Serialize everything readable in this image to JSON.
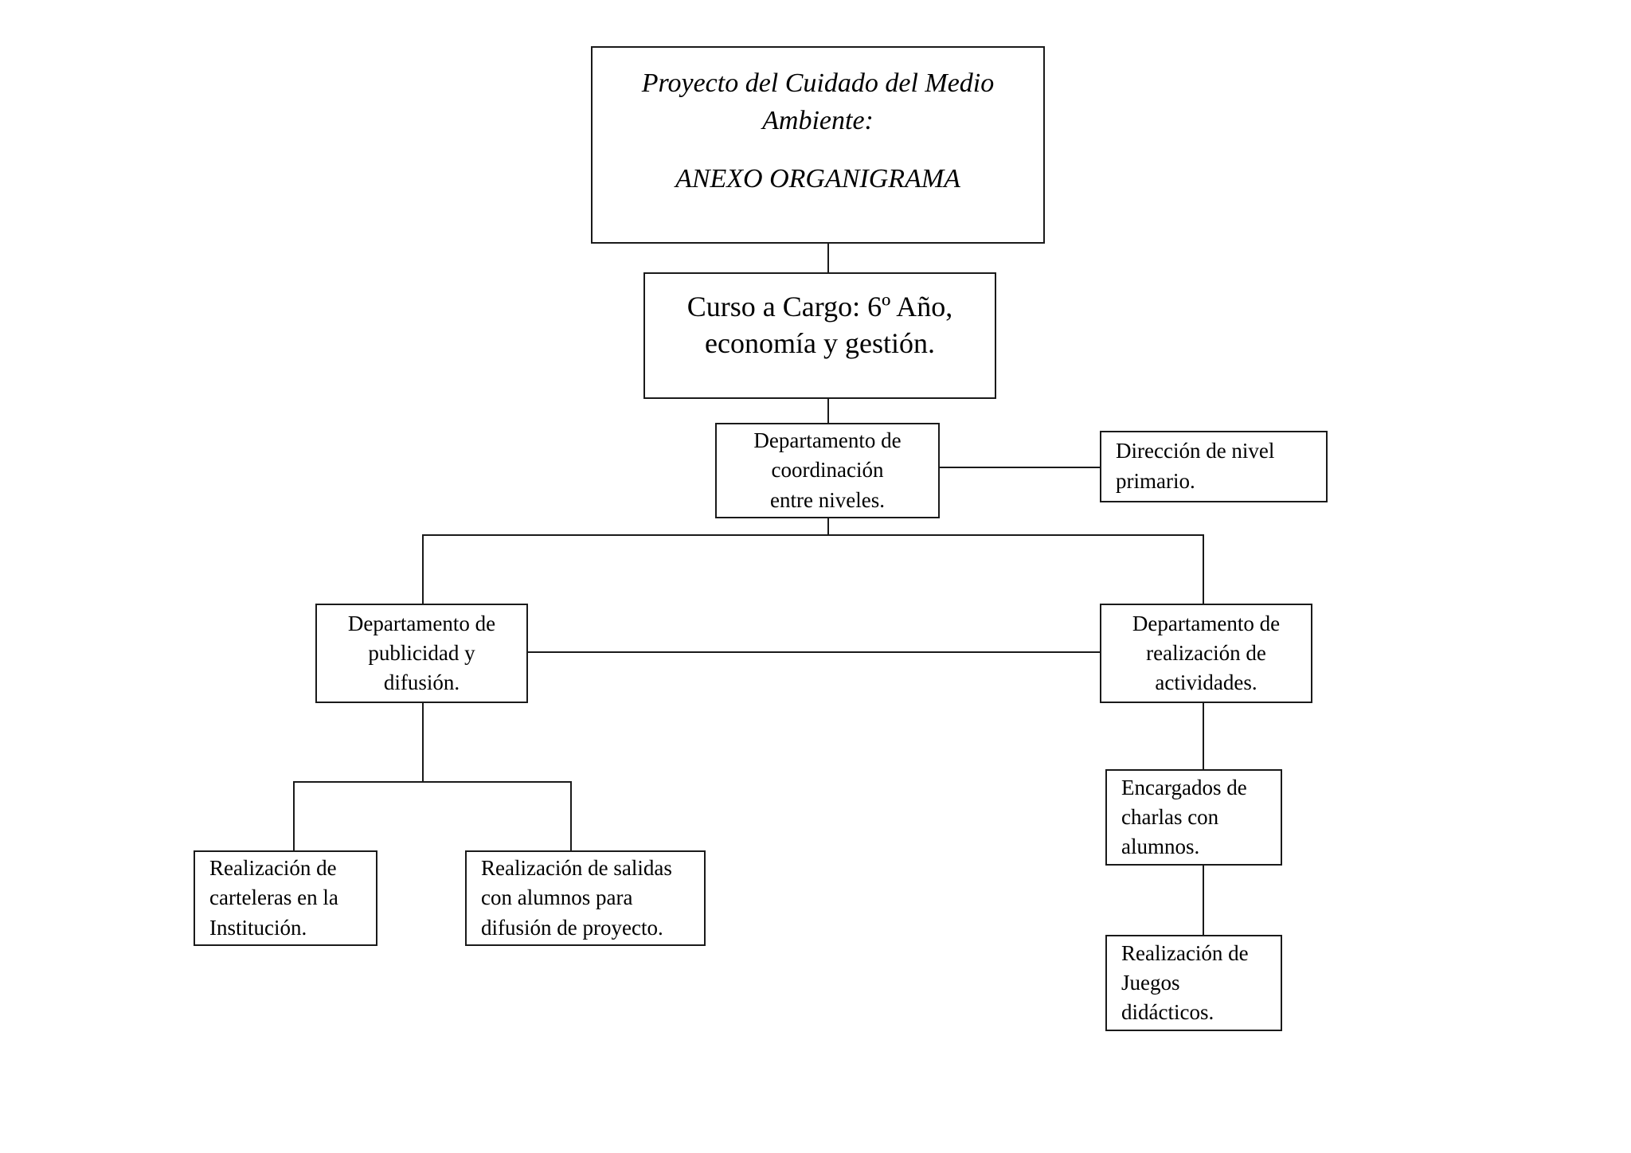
{
  "document": {
    "type": "organizational-chart",
    "language": "es",
    "background_color": "#ffffff",
    "line_color": "#1a1a1a",
    "text_color": "#000000"
  },
  "nodes": {
    "title": {
      "line1": "Proyecto del Cuidado del Medio",
      "line2": "Ambiente:",
      "line3": "ANEXO ORGANIGRAMA"
    },
    "course": {
      "line1": "Curso a Cargo: 6º Año,",
      "line2": "economía y gestión."
    },
    "coordination": {
      "line1": "Departamento de",
      "line2": "coordinación",
      "line3": "entre niveles."
    },
    "primary_direction": {
      "line1": "Dirección de nivel",
      "line2": "primario."
    },
    "publicity_dept": {
      "line1": "Departamento de",
      "line2": "publicidad y",
      "line3": "difusión."
    },
    "activities_dept": {
      "line1": "Departamento de",
      "line2": "realización de",
      "line3": "actividades."
    },
    "billboards": {
      "line1": "Realización de",
      "line2": "carteleras en la",
      "line3": "Institución."
    },
    "outings": {
      "line1": "Realización de salidas",
      "line2": "con alumnos para",
      "line3": "difusión de proyecto."
    },
    "talks": {
      "line1": "Encargados de",
      "line2": "charlas con",
      "line3": "alumnos."
    },
    "games": {
      "line1": "Realización de",
      "line2": "Juegos",
      "line3": "didácticos."
    }
  },
  "chart_data": {
    "type": "diagram",
    "title": "Proyecto del Cuidado del Medio Ambiente: ANEXO ORGANIGRAMA",
    "hierarchy": [
      {
        "id": "title",
        "label": "Proyecto del Cuidado del Medio Ambiente: ANEXO ORGANIGRAMA",
        "level": 0,
        "parent": null
      },
      {
        "id": "course",
        "label": "Curso a Cargo: 6º Año, economía y gestión.",
        "level": 1,
        "parent": "title"
      },
      {
        "id": "coordination",
        "label": "Departamento de coordinación entre niveles.",
        "level": 2,
        "parent": "course"
      },
      {
        "id": "primary_direction",
        "label": "Dirección de nivel primario.",
        "level": 2,
        "parent": "coordination",
        "relation": "lateral"
      },
      {
        "id": "publicity_dept",
        "label": "Departamento de publicidad y difusión.",
        "level": 3,
        "parent": "coordination"
      },
      {
        "id": "activities_dept",
        "label": "Departamento de realización de actividades.",
        "level": 3,
        "parent": "coordination"
      },
      {
        "id": "billboards",
        "label": "Realización de carteleras en la Institución.",
        "level": 4,
        "parent": "publicity_dept"
      },
      {
        "id": "outings",
        "label": "Realización de salidas con alumnos para difusión de proyecto.",
        "level": 4,
        "parent": "publicity_dept"
      },
      {
        "id": "talks",
        "label": "Encargados de charlas con alumnos.",
        "level": 4,
        "parent": "activities_dept"
      },
      {
        "id": "games",
        "label": "Realización de Juegos didácticos.",
        "level": 5,
        "parent": "talks"
      }
    ],
    "lateral_links": [
      {
        "from": "publicity_dept",
        "to": "activities_dept"
      }
    ]
  }
}
